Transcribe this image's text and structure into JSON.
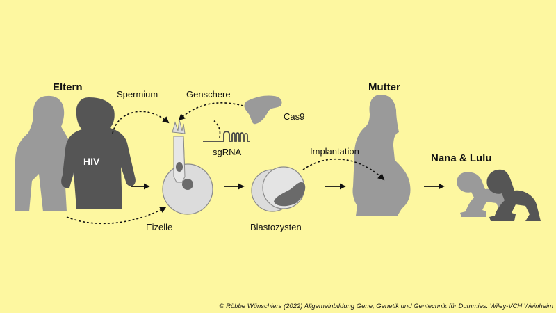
{
  "labels": {
    "eltern": "Eltern",
    "hiv": "HIV",
    "spermium": "Spermium",
    "genschere": "Genschere",
    "cas9": "Cas9",
    "sgrna": "sgRNA",
    "eizelle": "Eizelle",
    "blastozysten": "Blastozysten",
    "implantation": "Implantation",
    "mutter": "Mutter",
    "nana_lulu": "Nana & Lulu"
  },
  "credit": "© Röbbe Wünschiers (2022) Allgemeinbildung Gene, Genetik und Gentechnik für Dummies. Wiley-VCH Weinheim",
  "colors": {
    "background": "#fdf7a0",
    "silhouette_light": "#9a9a9a",
    "silhouette_dark": "#555555",
    "cell_fill": "#dcdcdc",
    "cell_stroke": "#8a8a8a"
  }
}
